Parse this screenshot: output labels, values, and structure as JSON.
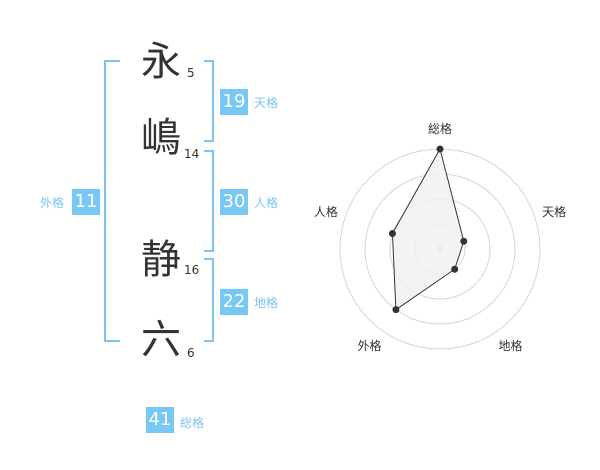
{
  "name_chars": [
    {
      "char": "永",
      "strokes": "5"
    },
    {
      "char": "嶋",
      "strokes": "14"
    },
    {
      "char": "静",
      "strokes": "16"
    },
    {
      "char": "六",
      "strokes": "6"
    }
  ],
  "fortunes": {
    "tenkaku": {
      "value": "19",
      "label": "天格"
    },
    "jinkaku": {
      "value": "30",
      "label": "人格"
    },
    "chikaku": {
      "value": "22",
      "label": "地格"
    },
    "gaikaku": {
      "value": "11",
      "label": "外格"
    },
    "soukaku": {
      "value": "41",
      "label": "総格"
    }
  },
  "colors": {
    "accent": "#78c8f6",
    "bracket": "#7cc4f2",
    "text": "#333333"
  },
  "chart_data": {
    "type": "radar",
    "axes": [
      "総格",
      "天格",
      "地格",
      "外格",
      "人格"
    ],
    "rings": 4,
    "max": 4,
    "values": [
      4,
      1,
      1,
      3,
      2
    ],
    "fill": "#f0f0f0",
    "stroke": "#333333"
  }
}
